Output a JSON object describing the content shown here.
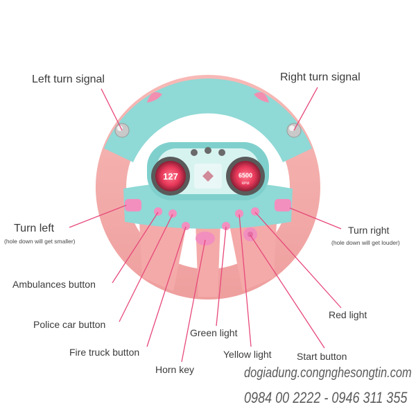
{
  "labels": {
    "left_turn_signal": "Left turn signal",
    "right_turn_signal": "Right turn signal",
    "turn_left": "Turn left",
    "turn_left_note": "(hole down will get smaller)",
    "turn_right": "Turn right",
    "turn_right_note": "(hole down will get louder)",
    "ambulances_button": "Ambulances button",
    "police_car_button": "Police car button",
    "fire_truck_button": "Fire truck button",
    "horn_key": "Horn key",
    "green_light": "Green light",
    "yellow_light": "Yellow light",
    "start_button": "Start button",
    "red_light": "Red light"
  },
  "dashboard": {
    "left_gauge_value": "127",
    "right_gauge_value": "6500",
    "right_gauge_unit": "RPM"
  },
  "watermark": {
    "website": "dogiadung.congnghesongtin.com",
    "phones": "0984 00 2222 - 0946 311 355"
  },
  "colors": {
    "wheel_pink": "#f3a9a9",
    "wheel_teal": "#8fd9d6",
    "button_pink": "#f28fbf",
    "gauge_red": "#e8385a"
  }
}
